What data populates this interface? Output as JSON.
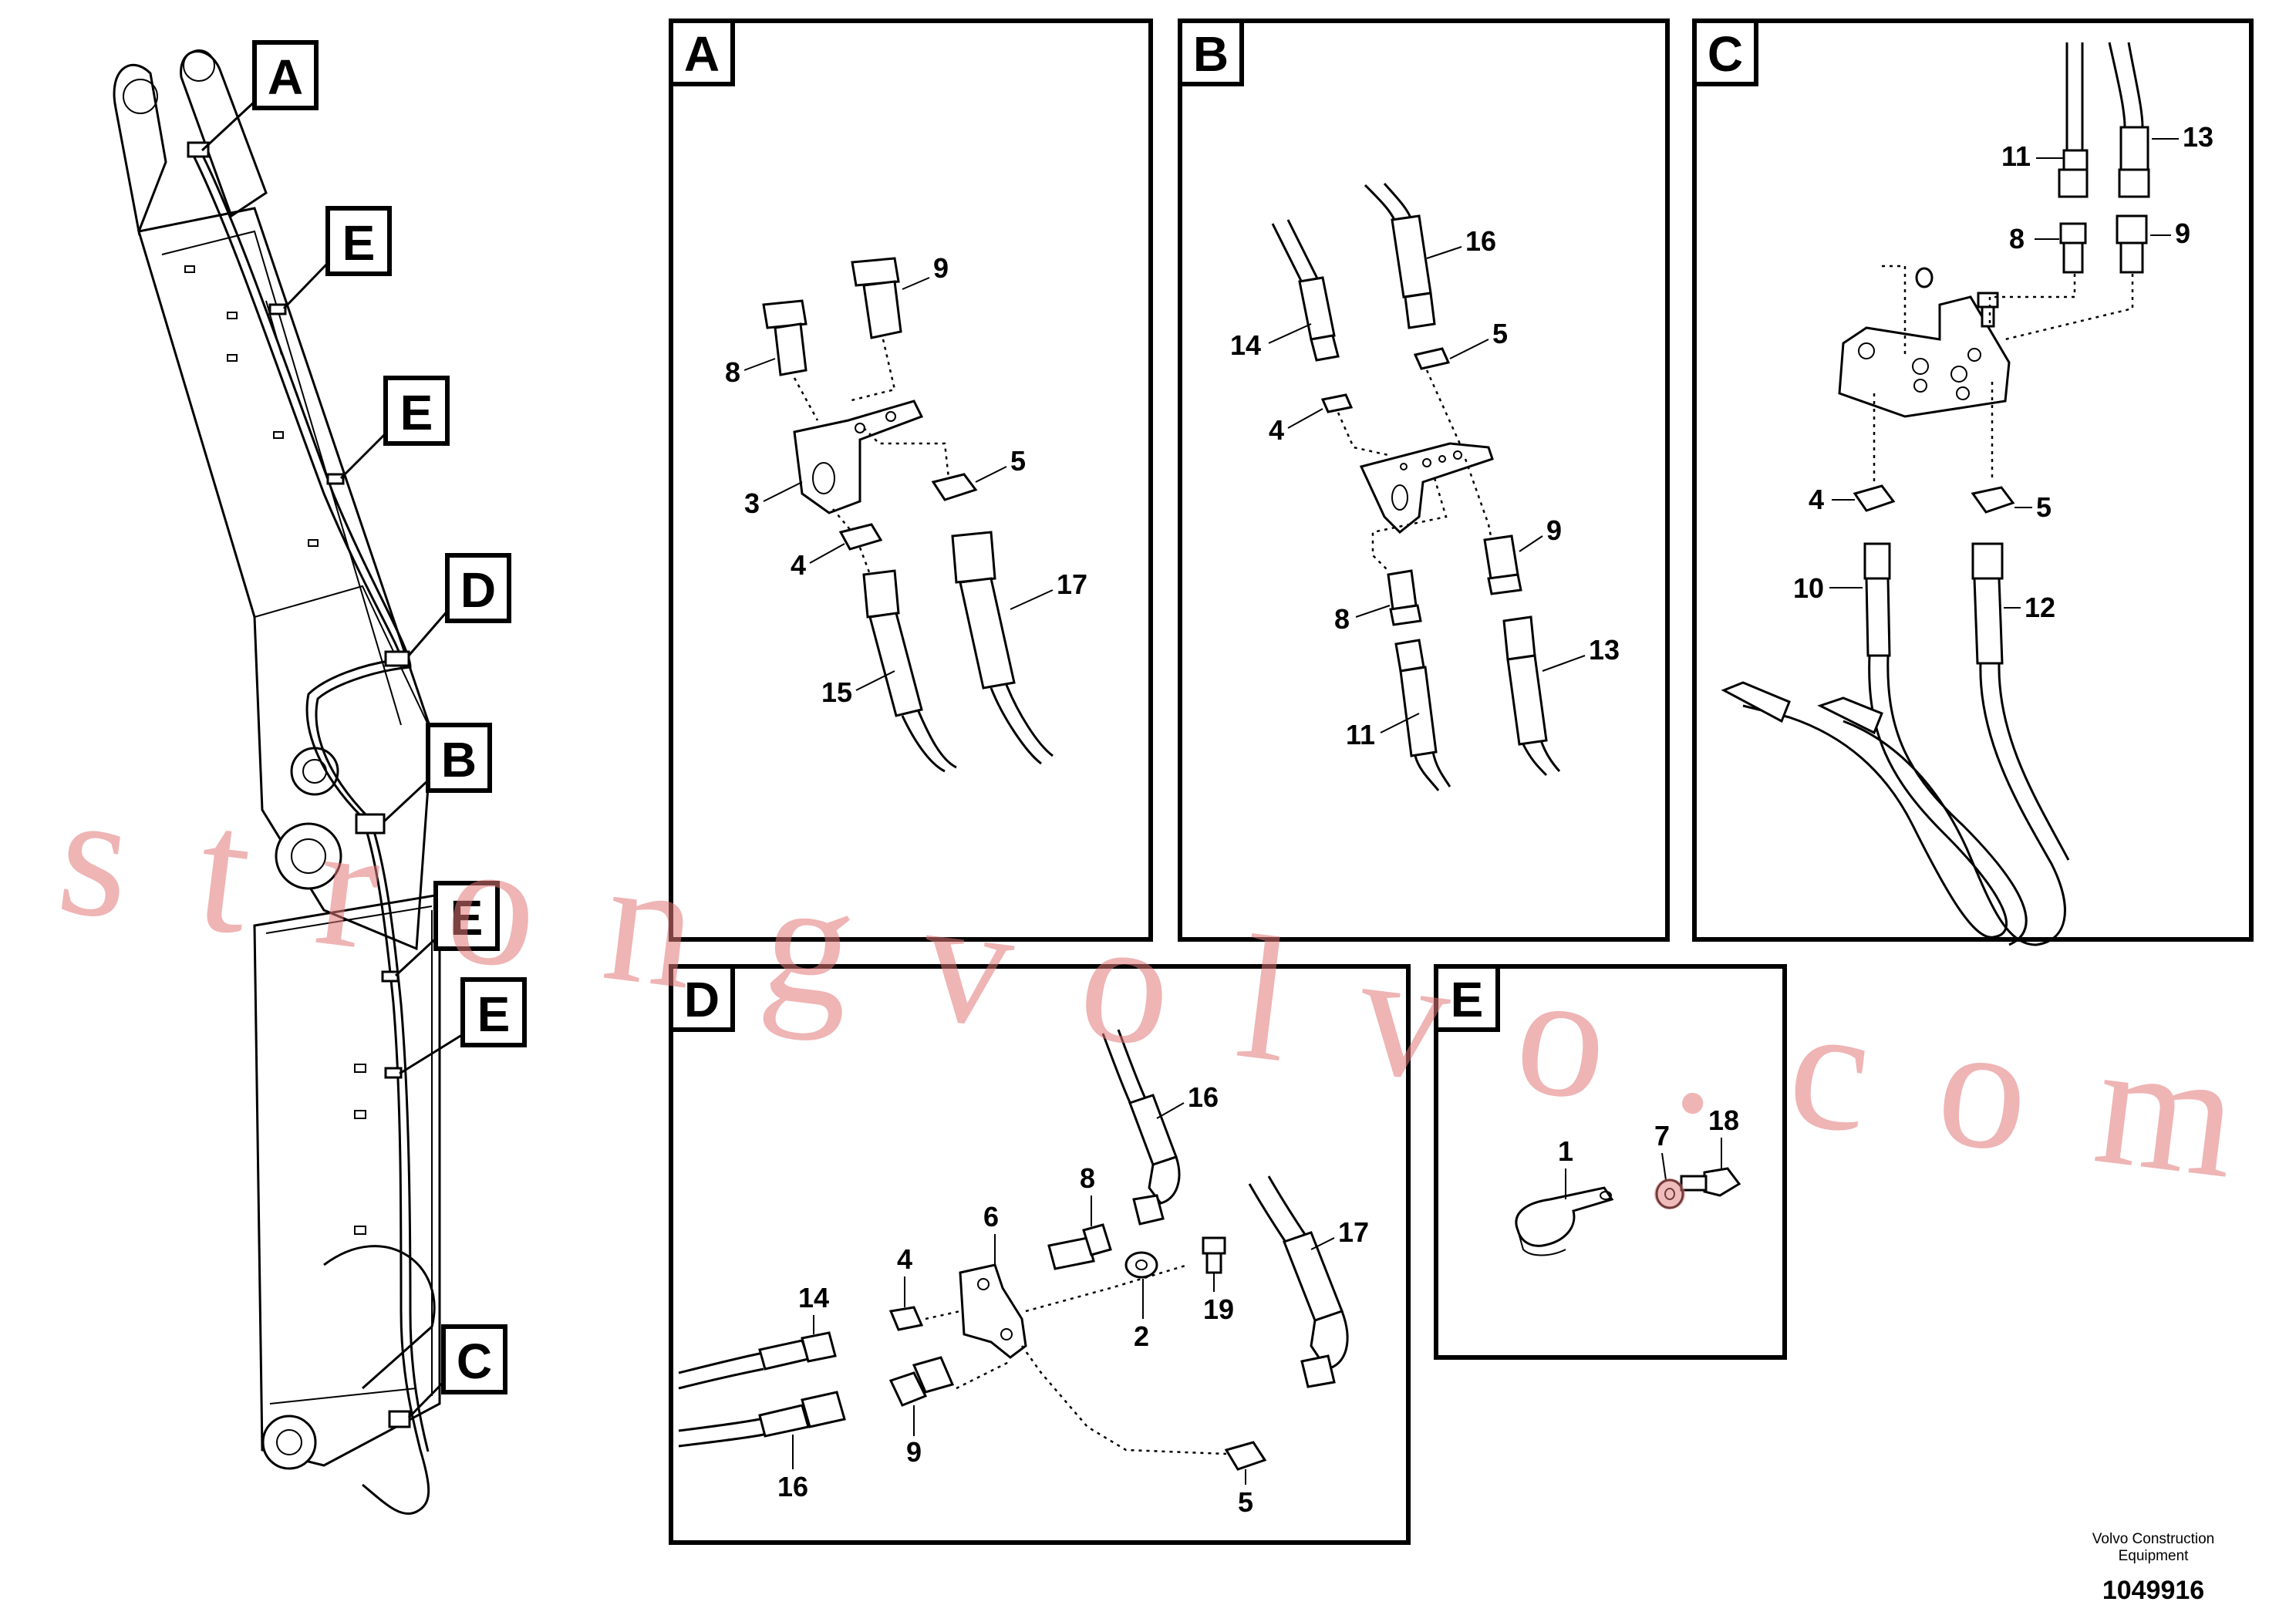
{
  "watermark": "strongvolvo.com",
  "footer": {
    "brand_line1": "Volvo Construction",
    "brand_line2": "Equipment",
    "drawing_number": "1049916"
  },
  "overview": {
    "callouts": [
      "A",
      "E",
      "E",
      "D",
      "B",
      "E",
      "E",
      "C"
    ]
  },
  "panels": {
    "A": {
      "letter": "A",
      "labels": [
        "9",
        "8",
        "3",
        "5",
        "4",
        "17",
        "15"
      ]
    },
    "B": {
      "letter": "B",
      "labels": [
        "16",
        "14",
        "5",
        "4",
        "9",
        "8",
        "13",
        "11"
      ]
    },
    "C": {
      "letter": "C",
      "labels": [
        "11",
        "13",
        "8",
        "9",
        "4",
        "5",
        "10",
        "12"
      ]
    },
    "D": {
      "letter": "D",
      "labels": [
        "16",
        "8",
        "6",
        "4",
        "19",
        "2",
        "14",
        "17",
        "9",
        "16",
        "5"
      ]
    },
    "E": {
      "letter": "E",
      "labels": [
        "1",
        "7",
        "18"
      ]
    }
  },
  "icons": [
    "clamp-icon",
    "washer-icon",
    "bolt-icon",
    "hose-icon",
    "nipple-icon",
    "bracket-icon",
    "nut-icon"
  ]
}
